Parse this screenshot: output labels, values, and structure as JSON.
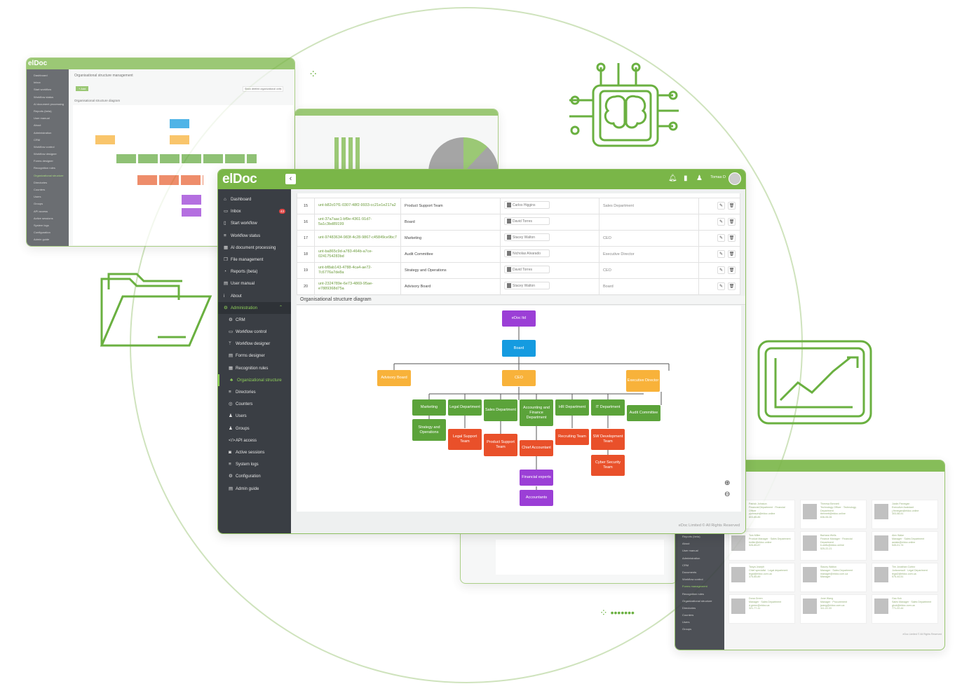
{
  "main": {
    "logo": "elDoc",
    "user_name": "Tomas D",
    "sidebar": [
      {
        "label": "Dashboard",
        "icon": "home-icon",
        "glyph": "⌂"
      },
      {
        "label": "Inbox",
        "icon": "inbox-icon",
        "glyph": "▭",
        "badge": "43"
      },
      {
        "label": "Start workflow",
        "icon": "file-icon",
        "glyph": "▯"
      },
      {
        "label": "Workflow status",
        "icon": "list-icon",
        "glyph": "≡"
      },
      {
        "label": "AI document processing",
        "icon": "table-icon",
        "glyph": "▦"
      },
      {
        "label": "File management",
        "icon": "files-icon",
        "glyph": "❐"
      },
      {
        "label": "Reports (beta)",
        "icon": "pie-chart-icon",
        "glyph": "◔"
      },
      {
        "label": "User manual",
        "icon": "book-icon",
        "glyph": "▤"
      },
      {
        "label": "About",
        "icon": "info-icon",
        "glyph": "i"
      },
      {
        "label": "Administration",
        "icon": "cogs-icon",
        "glyph": "⚙"
      },
      {
        "label": "CRM",
        "icon": "cogs-icon",
        "glyph": "⚙"
      },
      {
        "label": "Workflow control",
        "icon": "window-icon",
        "glyph": "▭"
      },
      {
        "label": "Workflow designer",
        "icon": "branch-icon",
        "glyph": "ᛘ"
      },
      {
        "label": "Forms designer",
        "icon": "form-icon",
        "glyph": "▤"
      },
      {
        "label": "Recognition rules",
        "icon": "grid-icon",
        "glyph": "▦"
      },
      {
        "label": "Organizational structure",
        "icon": "sitemap-icon",
        "glyph": "♣"
      },
      {
        "label": "Directories",
        "icon": "list-icon",
        "glyph": "≡"
      },
      {
        "label": "Counters",
        "icon": "counter-icon",
        "glyph": "◎"
      },
      {
        "label": "Users",
        "icon": "user-icon",
        "glyph": "♟"
      },
      {
        "label": "Groups",
        "icon": "users-icon",
        "glyph": "♟"
      },
      {
        "label": "API access",
        "icon": "code-icon",
        "glyph": "</>"
      },
      {
        "label": "Active sessions",
        "icon": "sessions-icon",
        "glyph": "◙"
      },
      {
        "label": "System logs",
        "icon": "logs-icon",
        "glyph": "≡"
      },
      {
        "label": "Configuration",
        "icon": "gear-icon",
        "glyph": "⚙"
      },
      {
        "label": "Admin guide",
        "icon": "book-icon",
        "glyph": "▤"
      }
    ],
    "table_rows": [
      {
        "num": "15",
        "uid": "unt-b82c07f1-0307-48f2-9933-cc21e1e217a2",
        "name": "Product Support Team",
        "user": "Carlos Higgins",
        "position": "Sales Department"
      },
      {
        "num": "16",
        "uid": "unt-37a7aac1-bf9e-4361-91d7-5a1c3bd89199",
        "name": "Board",
        "user": "David Torres",
        "position": ""
      },
      {
        "num": "17",
        "uid": "unt-97483634-983f-4c28-9867-c45849ce9bc7",
        "name": "Marketing",
        "user": "Stacey Walton",
        "position": "CEO"
      },
      {
        "num": "18",
        "uid": "unt-ba865c9d-a783-464b-a7ce-0241754283bd",
        "name": "Audit Committee",
        "user": "Nicholas Alvarado",
        "position": "Executive Director"
      },
      {
        "num": "19",
        "uid": "unt-bf8ab143-4788-4ca4-ae72-7c6776a7de8a",
        "name": "Strategy and Operations",
        "user": "David Torres",
        "position": "CEO"
      },
      {
        "num": "20",
        "uid": "unt-2324789e-6e73-4869-95ae-e7889368d75a",
        "name": "Advisory Board",
        "user": "Stacey Walton",
        "position": "Board"
      }
    ],
    "section_title": "Organisational structure diagram",
    "footer": "eDoc Limited © All Rights Reserved",
    "org": {
      "root": "eDoc ltd",
      "board": "Board",
      "advisory": "Advisory Board",
      "ceo": "CEO",
      "exec": "Executive Director",
      "marketing": "Marketing",
      "legal": "Legal Department",
      "sales": "Sales Department",
      "accounting": "Accounting and Finance Department",
      "hr": "HR Department",
      "it": "IT Department",
      "audit": "Audit Committee",
      "strategy": "Strategy and Operations",
      "legal_support": "Legal Support Team",
      "product_support": "Product Support Team",
      "chief_acc": "Chief Accountant",
      "recruiting": "Recruiting Team",
      "sw": "SW Development Team",
      "cyber": "Cyber Security Team",
      "fin_experts": "Financial experts",
      "accountants": "Accountants"
    }
  },
  "bg_window_top": {
    "logo": "elDoc",
    "page_title": "Organisational structure management",
    "add_button": "+ Add",
    "show_deleted": "Show deleted organizational units",
    "section_title": "Organisational structure diagram",
    "nav": [
      "Dashboard",
      "Inbox",
      "Start workflow",
      "Workflow status",
      "AI document processing",
      "Reports (beta)",
      "User manual",
      "About",
      "Administration",
      "CRM",
      "Workflow control",
      "Workflow designer",
      "Forms designer",
      "Recognition rules",
      "Organizational structure",
      "Directories",
      "Counters",
      "Users",
      "Groups",
      "API access",
      "Active sessions",
      "System logs",
      "Configuration",
      "Admin guide"
    ]
  },
  "bg_window_cards": {
    "footer": "eDoc Limited © All Rights Reserved",
    "nav": [
      "Reports (beta)",
      "About",
      "User manual",
      "Administration",
      "CRM",
      "Documents",
      "Workflow control",
      "Forms management",
      "Recognition rules",
      "Organizational structure",
      "Directories",
      "Counters",
      "Users",
      "Groups"
    ],
    "people": [
      {
        "name": "Patrick Johnson",
        "title": "Financial Department · Financial Officer",
        "email": "pjohnson@eldoc.online",
        "phone": "803-85-85"
      },
      {
        "name": "Theresa Bennett",
        "title": "Technology Officer · Technology Department",
        "email": "tbennett@eldoc.online",
        "phone": "636-06-06"
      },
      {
        "name": "Justin Finnegan",
        "title": "Executive Assistant",
        "email": "j.finnegan@eldoc.online",
        "phone": "303-58-51"
      },
      {
        "name": "Tom Miller",
        "title": "Product Manager · Sales Department",
        "email": "tmiller@eldoc.online",
        "phone": "526-85-87"
      },
      {
        "name": "Barbara Wells",
        "title": "Finance Manager · Financial Department",
        "email": "b.wells@eldoc.online",
        "phone": "525-22-21"
      },
      {
        "name": "Alex Wake",
        "title": "Manager · Sales Department",
        "email": "awake@eldoc.online",
        "phone": "545-01-74"
      },
      {
        "name": "Tanya Joseph",
        "title": "Chief specialist · Legal department",
        "email": "legal@eldoc.com.ua",
        "phone": "375-85-89"
      },
      {
        "name": "Stacey Walton",
        "title": "Manager · Sales Department",
        "email": "manager@eldoc.com.ua",
        "phone": "Manager"
      },
      {
        "name": "Tim Jonathan Cortez",
        "title": "Jurisconsult · Legal Department",
        "email": "legal2@eldoc.com.ua",
        "phone": "575-44-51"
      },
      {
        "name": "Dona Green",
        "title": "Manager · Sales Department",
        "email": "d.green@eldoc.ua",
        "phone": "321-77-11"
      },
      {
        "name": "Jone Wang",
        "title": "Manager · Procurement",
        "email": "jwang@eldoc.com.ua",
        "phone": "111-22-33"
      },
      {
        "name": "Gao Kuk",
        "title": "Sales Manager · Sales Department",
        "email": "gkuk@eldoc.com.ua",
        "phone": "771-22-44"
      }
    ]
  },
  "colors": {
    "brand": "#7ab648",
    "sidebar": "#3a3e44",
    "accent": "#8fd05a"
  }
}
